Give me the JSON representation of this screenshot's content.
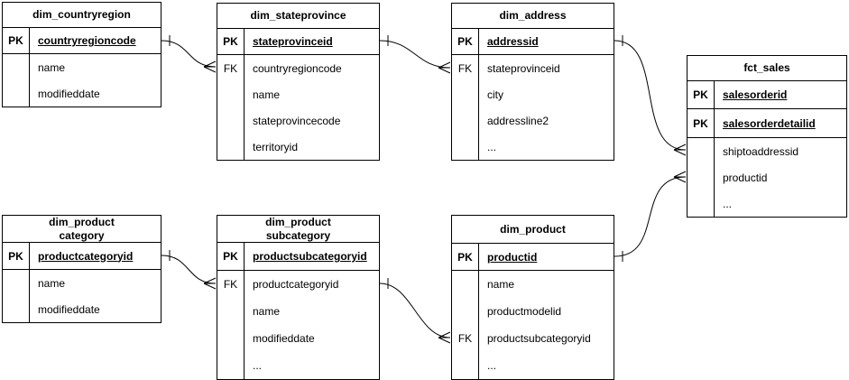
{
  "tables": {
    "countryregion": {
      "title": "dim_countryregion",
      "rows": [
        {
          "key": "PK",
          "field": "countryregioncode"
        },
        {
          "key": "",
          "field": "name"
        },
        {
          "key": "",
          "field": "modifieddate"
        }
      ]
    },
    "stateprovince": {
      "title": "dim_stateprovince",
      "rows": [
        {
          "key": "PK",
          "field": "stateprovinceid"
        },
        {
          "key": "FK",
          "field": "countryregioncode"
        },
        {
          "key": "",
          "field": "name"
        },
        {
          "key": "",
          "field": "stateprovincecode"
        },
        {
          "key": "",
          "field": "territoryid"
        }
      ]
    },
    "address": {
      "title": "dim_address",
      "rows": [
        {
          "key": "PK",
          "field": "addressid"
        },
        {
          "key": "FK",
          "field": "stateprovinceid"
        },
        {
          "key": "",
          "field": "city"
        },
        {
          "key": "",
          "field": "addressline2"
        },
        {
          "key": "",
          "field": "..."
        }
      ]
    },
    "fct_sales": {
      "title": "fct_sales",
      "rows": [
        {
          "key": "PK",
          "field": "salesorderid"
        },
        {
          "key": "PK",
          "field": "salesorderdetailid"
        },
        {
          "key": "",
          "field": "shiptoaddressid"
        },
        {
          "key": "",
          "field": "productid"
        },
        {
          "key": "",
          "field": "..."
        }
      ]
    },
    "product_category": {
      "title": "dim_product\ncategory",
      "rows": [
        {
          "key": "PK",
          "field": "productcategoryid"
        },
        {
          "key": "",
          "field": "name"
        },
        {
          "key": "",
          "field": "modifieddate"
        }
      ]
    },
    "product_subcategory": {
      "title": "dim_product\nsubcategory",
      "rows": [
        {
          "key": "PK",
          "field": "productsubcategoryid"
        },
        {
          "key": "FK",
          "field": "productcategoryid"
        },
        {
          "key": "",
          "field": "name"
        },
        {
          "key": "",
          "field": "modifieddate"
        },
        {
          "key": "",
          "field": "..."
        }
      ]
    },
    "product": {
      "title": "dim_product",
      "rows": [
        {
          "key": "PK",
          "field": "productid"
        },
        {
          "key": "",
          "field": "name"
        },
        {
          "key": "",
          "field": "productmodelid"
        },
        {
          "key": "FK",
          "field": "productsubcategoryid"
        },
        {
          "key": "",
          "field": "..."
        }
      ]
    }
  },
  "relations": [
    {
      "from_table": "dim_countryregion",
      "from_field": "countryregioncode",
      "from_cardinality": "one",
      "to_table": "dim_stateprovince",
      "to_field": "countryregioncode",
      "to_cardinality": "many"
    },
    {
      "from_table": "dim_stateprovince",
      "from_field": "stateprovinceid",
      "from_cardinality": "one",
      "to_table": "dim_address",
      "to_field": "stateprovinceid",
      "to_cardinality": "many"
    },
    {
      "from_table": "dim_address",
      "from_field": "addressid",
      "from_cardinality": "one",
      "to_table": "fct_sales",
      "to_field": "shiptoaddressid",
      "to_cardinality": "many"
    },
    {
      "from_table": "dim_product",
      "from_field": "productid",
      "from_cardinality": "one",
      "to_table": "fct_sales",
      "to_field": "productid",
      "to_cardinality": "many"
    },
    {
      "from_table": "dim_product category",
      "from_field": "productcategoryid",
      "from_cardinality": "one",
      "to_table": "dim_product subcategory",
      "to_field": "productcategoryid",
      "to_cardinality": "many"
    },
    {
      "from_table": "dim_product subcategory",
      "from_field": "productsubcategoryid",
      "from_cardinality": "one",
      "to_table": "dim_product",
      "to_field": "productsubcategoryid",
      "to_cardinality": "many"
    }
  ],
  "colors": {
    "line": "#000000",
    "background": "#ffffff",
    "text": "#000000"
  }
}
